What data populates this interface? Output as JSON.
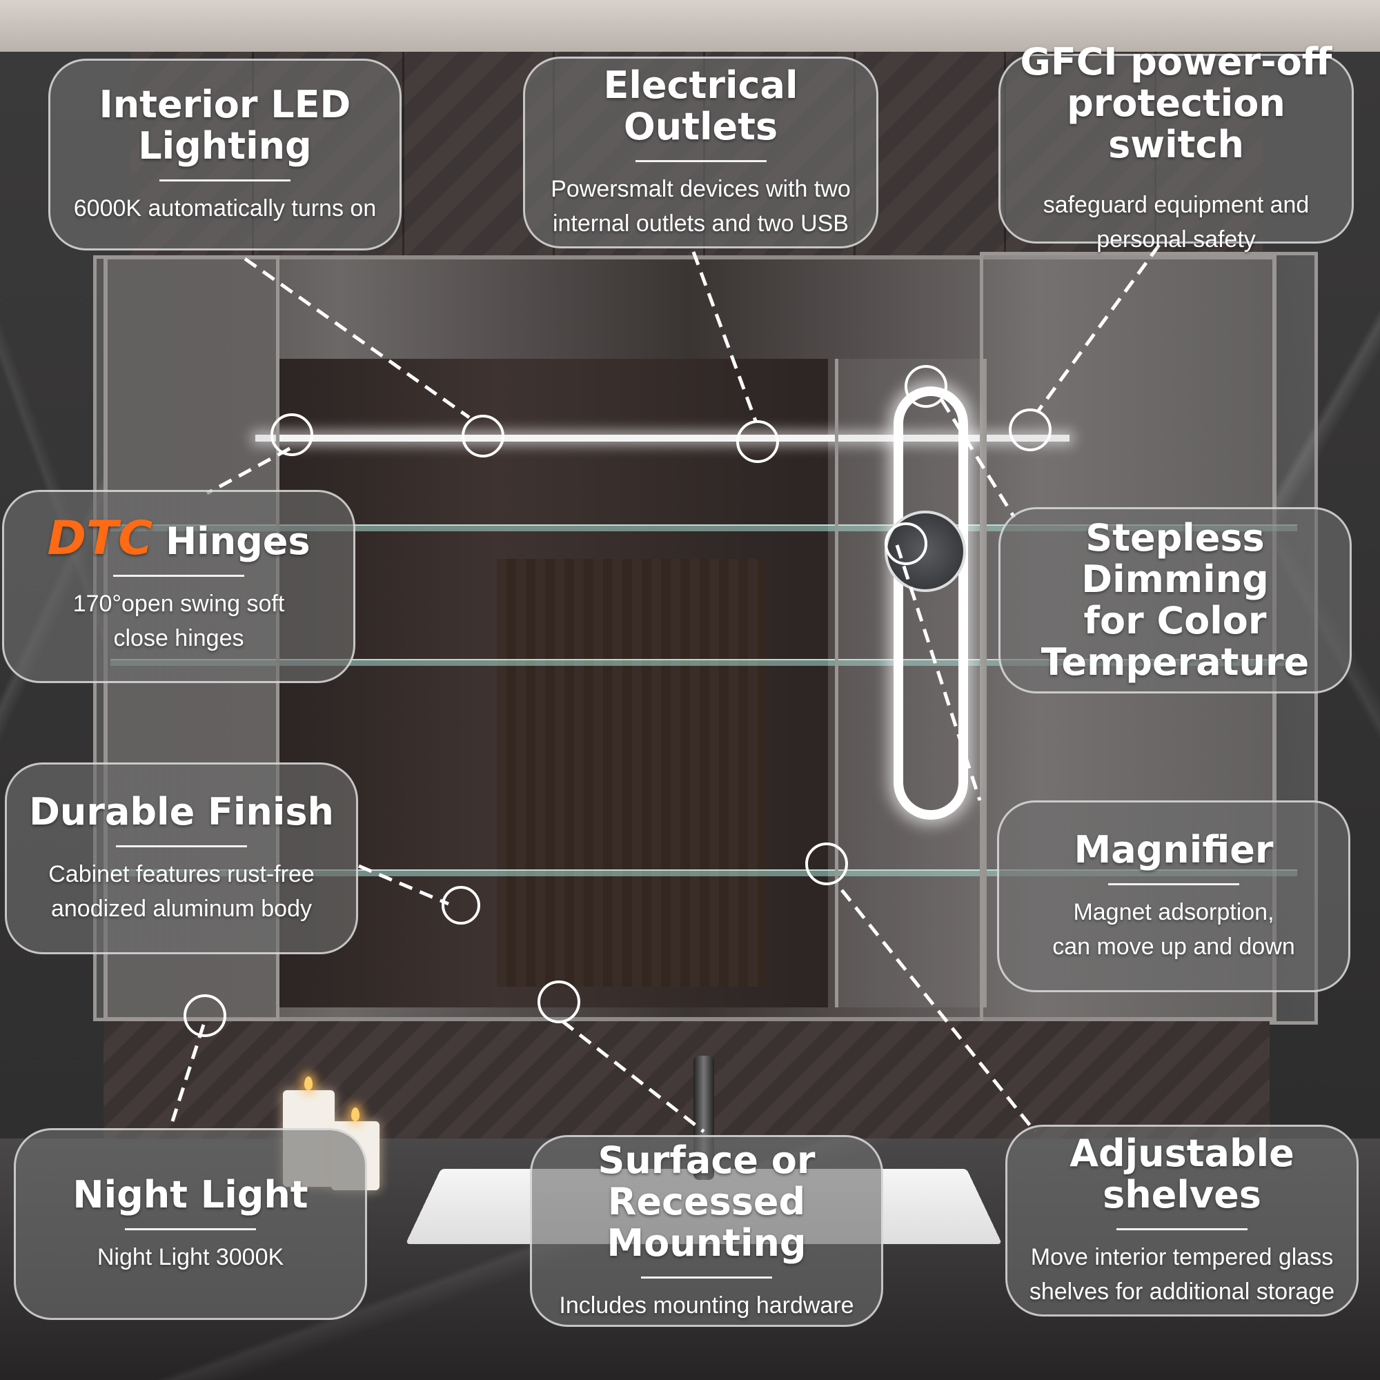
{
  "features": {
    "interior_led": {
      "title_line1": "Interior LED",
      "title_line2": "Lighting",
      "desc": "6000K automatically turns on"
    },
    "electrical_outlets": {
      "title": "Electrical Outlets",
      "desc_line1": "Powersmalt devices with two",
      "desc_line2": "internal outlets and two USB"
    },
    "gfci": {
      "title_line1": "GFCI power-off",
      "title_line2": "protection switch",
      "desc_line1": "safeguard equipment and",
      "desc_line2": "personal safety"
    },
    "hinges": {
      "brand": "DTC",
      "title": "Hinges",
      "desc_line1": "170°open swing soft",
      "desc_line2": "close hinges"
    },
    "dimming": {
      "title_line1": "Stepless Dimming",
      "title_line2": "for Color",
      "title_line3": "Temperature"
    },
    "finish": {
      "title": "Durable Finish",
      "desc_line1": "Cabinet features rust-free",
      "desc_line2": "anodized aluminum body"
    },
    "magnifier": {
      "title": "Magnifier",
      "desc_line1": "Magnet adsorption,",
      "desc_line2": "can move up and down"
    },
    "night_light": {
      "title": "Night Light",
      "desc": "Night Light 3000K"
    },
    "mounting": {
      "title_line1": "Surface or Recessed",
      "title_line2": "Mounting",
      "desc": "Includes mounting hardware"
    },
    "shelves": {
      "title": "Adjustable shelves",
      "desc_line1": "Move interior tempered glass",
      "desc_line2": "shelves for additional storage"
    }
  },
  "colors": {
    "brand_accent": "#ff6a14",
    "card_fill": "#6e6e6e",
    "card_border": "#ebebeb",
    "text": "#ffffff"
  }
}
